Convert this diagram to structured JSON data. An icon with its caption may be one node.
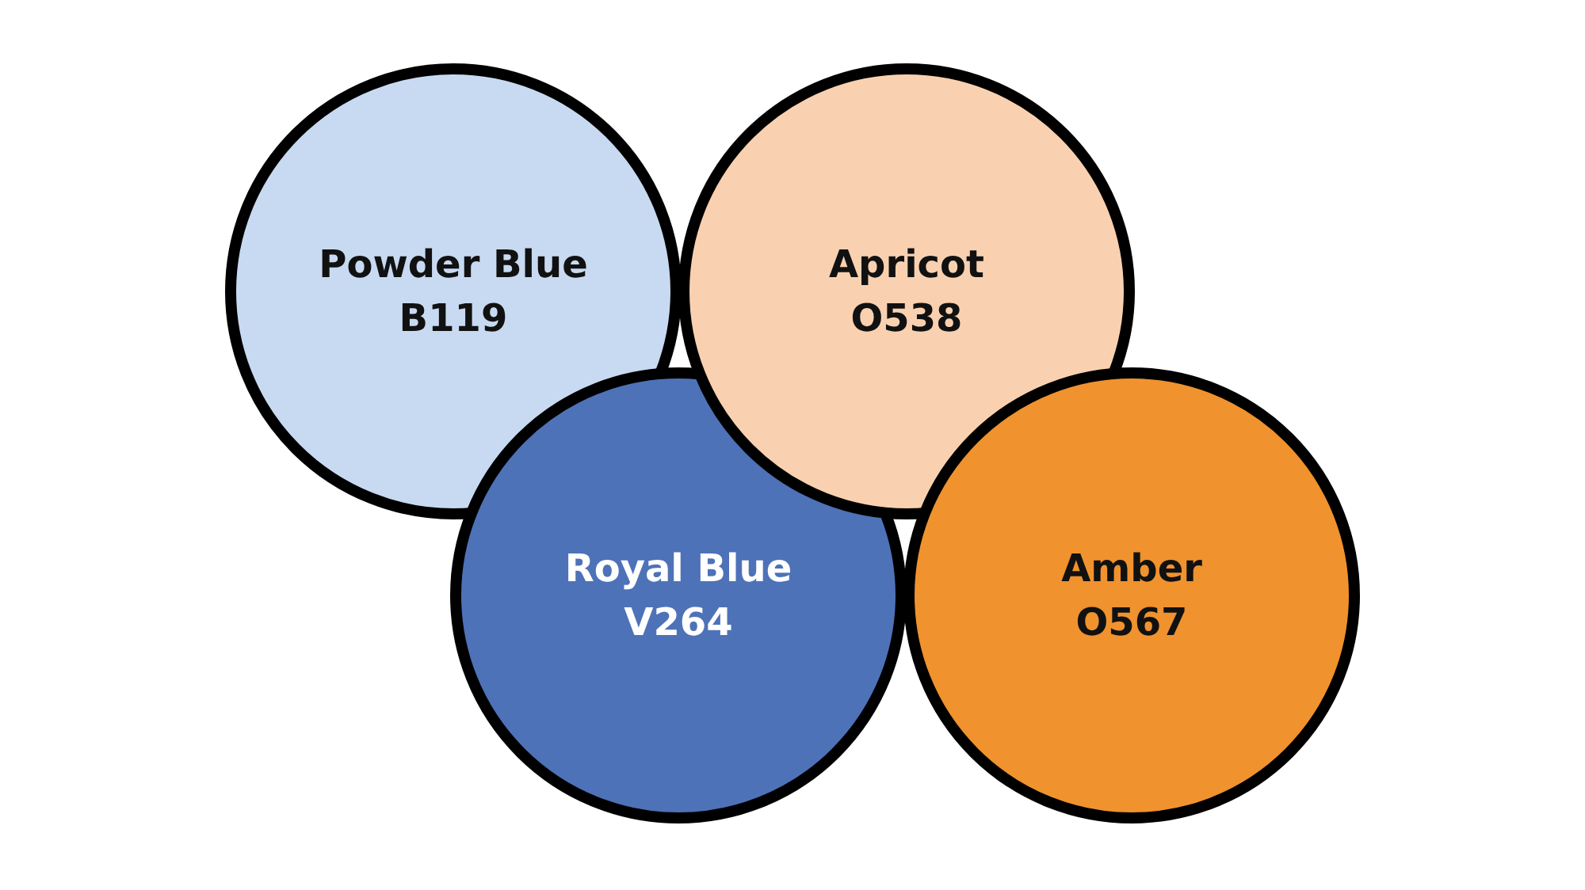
{
  "diagram": {
    "nodes": [
      {
        "text": [
          "Powder Blue",
          "B119"
        ]
      },
      {
        "text": [
          "Apricot",
          "O538"
        ]
      },
      {
        "text": [
          "Royal Blue",
          "V264"
        ]
      },
      {
        "text": [
          "Amber",
          "O567"
        ]
      }
    ],
    "edges": []
  }
}
